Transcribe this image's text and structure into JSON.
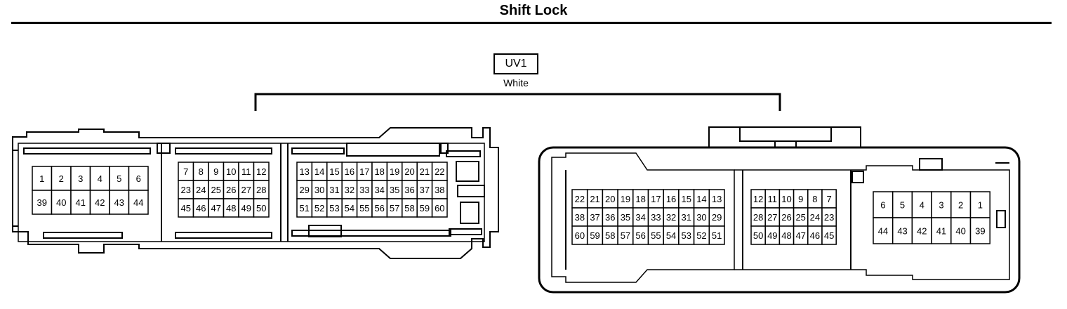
{
  "header": {
    "title": "Shift Lock"
  },
  "connector": {
    "code": "UV1",
    "color": "White"
  },
  "left_view": {
    "block_a": {
      "rows": [
        [
          "1",
          "2",
          "3",
          "4",
          "5",
          "6"
        ],
        [
          "39",
          "40",
          "41",
          "42",
          "43",
          "44"
        ]
      ]
    },
    "block_b": {
      "rows": [
        [
          "7",
          "8",
          "9",
          "10",
          "11",
          "12"
        ],
        [
          "23",
          "24",
          "25",
          "26",
          "27",
          "28"
        ],
        [
          "45",
          "46",
          "47",
          "48",
          "49",
          "50"
        ]
      ]
    },
    "block_c": {
      "rows": [
        [
          "13",
          "14",
          "15",
          "16",
          "17",
          "18",
          "19",
          "20",
          "21",
          "22"
        ],
        [
          "29",
          "30",
          "31",
          "32",
          "33",
          "34",
          "35",
          "36",
          "37",
          "38"
        ],
        [
          "51",
          "52",
          "53",
          "54",
          "55",
          "56",
          "57",
          "58",
          "59",
          "60"
        ]
      ]
    }
  },
  "right_view": {
    "block_c": {
      "rows": [
        [
          "22",
          "21",
          "20",
          "19",
          "18",
          "17",
          "16",
          "15",
          "14",
          "13"
        ],
        [
          "38",
          "37",
          "36",
          "35",
          "34",
          "33",
          "32",
          "31",
          "30",
          "29"
        ],
        [
          "60",
          "59",
          "58",
          "57",
          "56",
          "55",
          "54",
          "53",
          "52",
          "51"
        ]
      ]
    },
    "block_b": {
      "rows": [
        [
          "12",
          "11",
          "10",
          "9",
          "8",
          "7"
        ],
        [
          "28",
          "27",
          "26",
          "25",
          "24",
          "23"
        ],
        [
          "50",
          "49",
          "48",
          "47",
          "46",
          "45"
        ]
      ]
    },
    "block_a": {
      "rows": [
        [
          "6",
          "5",
          "4",
          "3",
          "2",
          "1"
        ],
        [
          "44",
          "43",
          "42",
          "41",
          "40",
          "39"
        ]
      ]
    }
  }
}
